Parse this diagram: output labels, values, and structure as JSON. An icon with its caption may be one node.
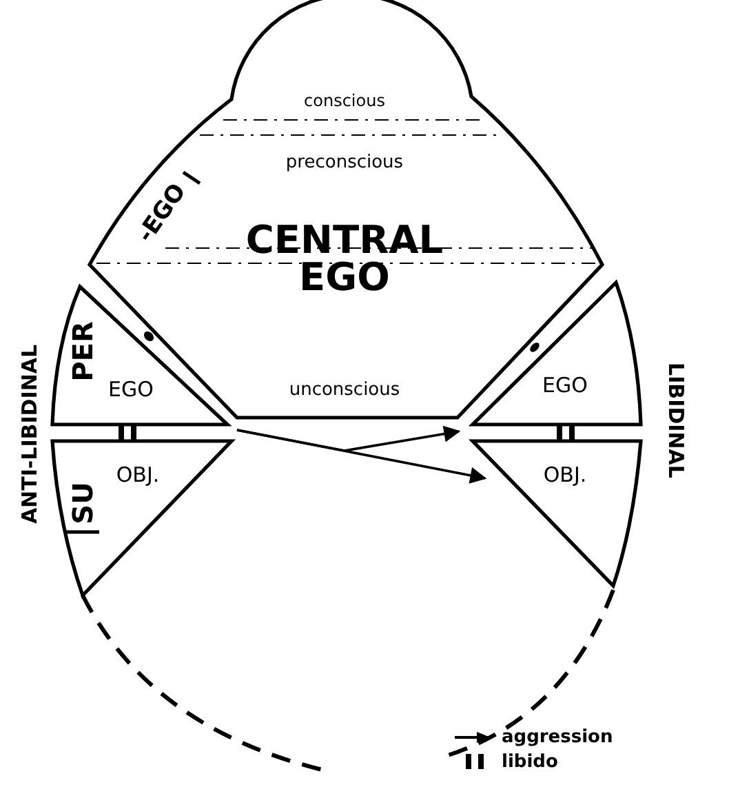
{
  "diagram": {
    "nodes": [
      {
        "text": [
          "conscious",
          "preconscious",
          "CENTRAL EGO",
          "unconscious"
        ]
      },
      {
        "text": [
          "PER",
          "EGO"
        ]
      },
      {
        "text": [
          "SU",
          "OBJ."
        ]
      },
      {
        "text": [
          "EGO"
        ]
      },
      {
        "text": [
          "OBJ."
        ]
      }
    ],
    "edges": [
      {
        "from": 1,
        "to": 4,
        "arrow": "to"
      },
      {
        "from": 1,
        "to": 3,
        "arrow": "to"
      }
    ],
    "labels": [
      "-EGO",
      "ANTI-LIBIDINAL",
      "LIBIDINAL"
    ],
    "legend": [
      {
        "text": "aggression"
      },
      {
        "text": "libido"
      }
    ]
  }
}
